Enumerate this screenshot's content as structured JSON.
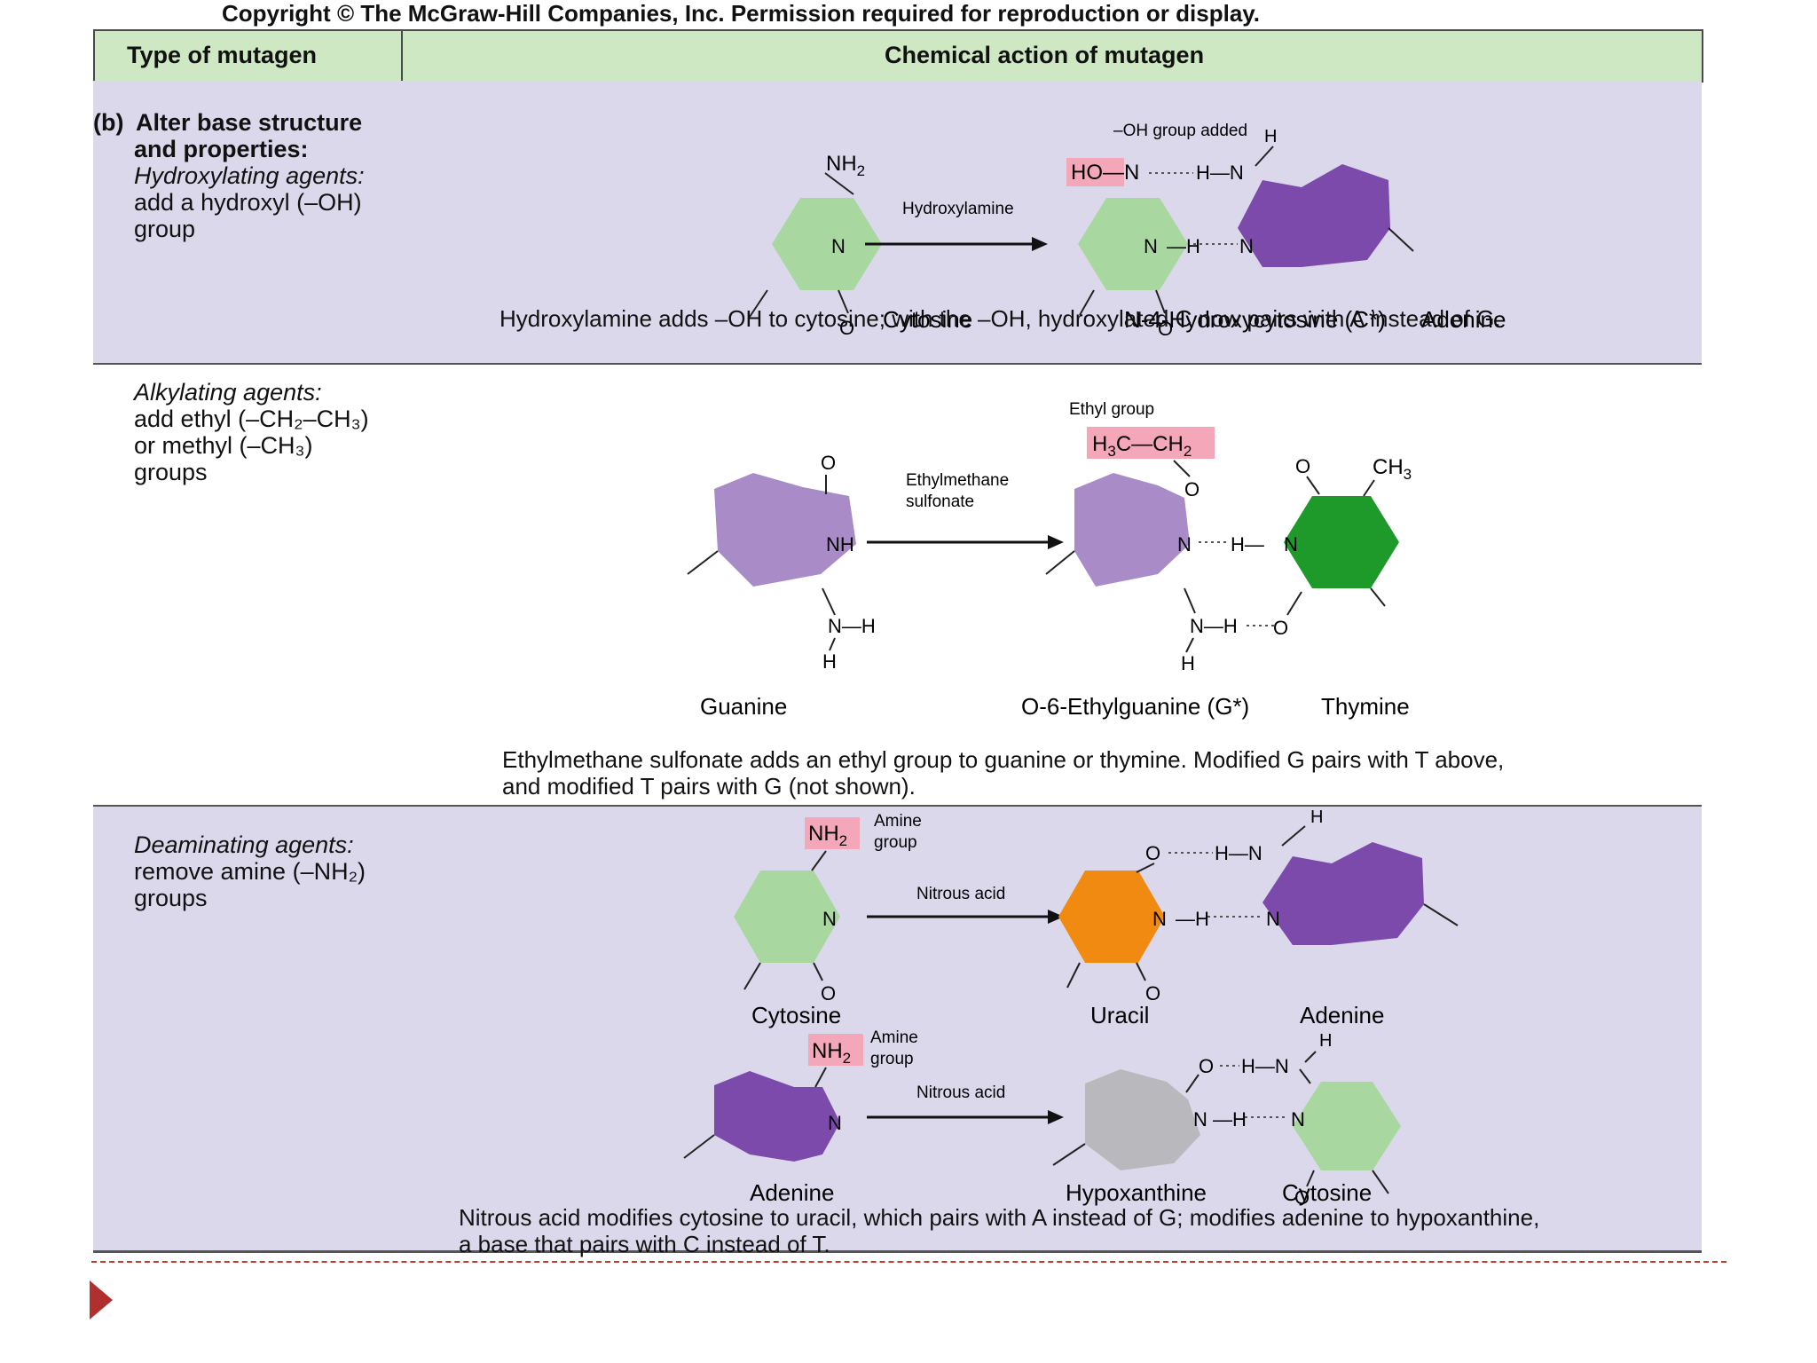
{
  "copyright": "Copyright © The McGraw-Hill Companies, Inc. Permission required for reproduction or display.",
  "header": {
    "col1": "Type of mutagen",
    "col2": "Chemical action of mutagen"
  },
  "section_b": {
    "prefix": "(b)",
    "title1": "Alter base structure",
    "title2": "and properties:",
    "agent": "Hydroxylating agents:",
    "desc1": "add a hydroxyl (–OH)",
    "desc2": "group",
    "label_oh_added": "–OH group added",
    "label_hydroxylamine": "Hydroxylamine",
    "base_left": "Cytosine",
    "base_mid": "N-4-Hydroxycytosine (C*)",
    "base_right": "Adenine",
    "caption": "Hydroxylamine adds –OH to cytosine; with the –OH, hydroxylated C now pairs with A instead of G."
  },
  "section_alk": {
    "agent": "Alkylating agents:",
    "desc1": "add ethyl (–CH₂–CH₃)",
    "desc2": "or methyl (–CH₃)",
    "desc3": "groups",
    "label_ethyl": "Ethyl group",
    "label_reagent1": "Ethylmethane",
    "label_reagent2": "sulfonate",
    "base_left": "Guanine",
    "base_mid": "O-6-Ethylguanine (G*)",
    "base_right": "Thymine",
    "caption1": "Ethylmethane sulfonate adds an ethyl group to guanine or thymine. Modified G pairs with T above,",
    "caption2": "and modified T pairs with G (not shown)."
  },
  "section_deam": {
    "agent": "Deaminating agents:",
    "desc1": "remove amine (–NH₂)",
    "desc2": "groups",
    "amine1": "Amine",
    "amine2": "group",
    "nitrous": "Nitrous acid",
    "row1_left": "Cytosine",
    "row1_mid": "Uracil",
    "row1_right": "Adenine",
    "row2_left": "Adenine",
    "row2_mid": "Hypoxanthine",
    "row2_right": "Cytosine",
    "caption1": "Nitrous acid modifies cytosine to uracil, which pairs with A instead of G; modifies adenine to hypoxanthine,",
    "caption2": "a base that pairs with C instead of T."
  },
  "colors": {
    "header_bg": "#cfe8c4",
    "panel_bg": "#dcd8ec",
    "cytosine": "#a8d8a0",
    "adenine": "#7c4aab",
    "guanine": "#a98bc7",
    "thymine": "#1e9a2a",
    "uracil": "#f08a10",
    "hypoxanthine": "#b9b9bd",
    "highlight": "#f4a7b9"
  }
}
